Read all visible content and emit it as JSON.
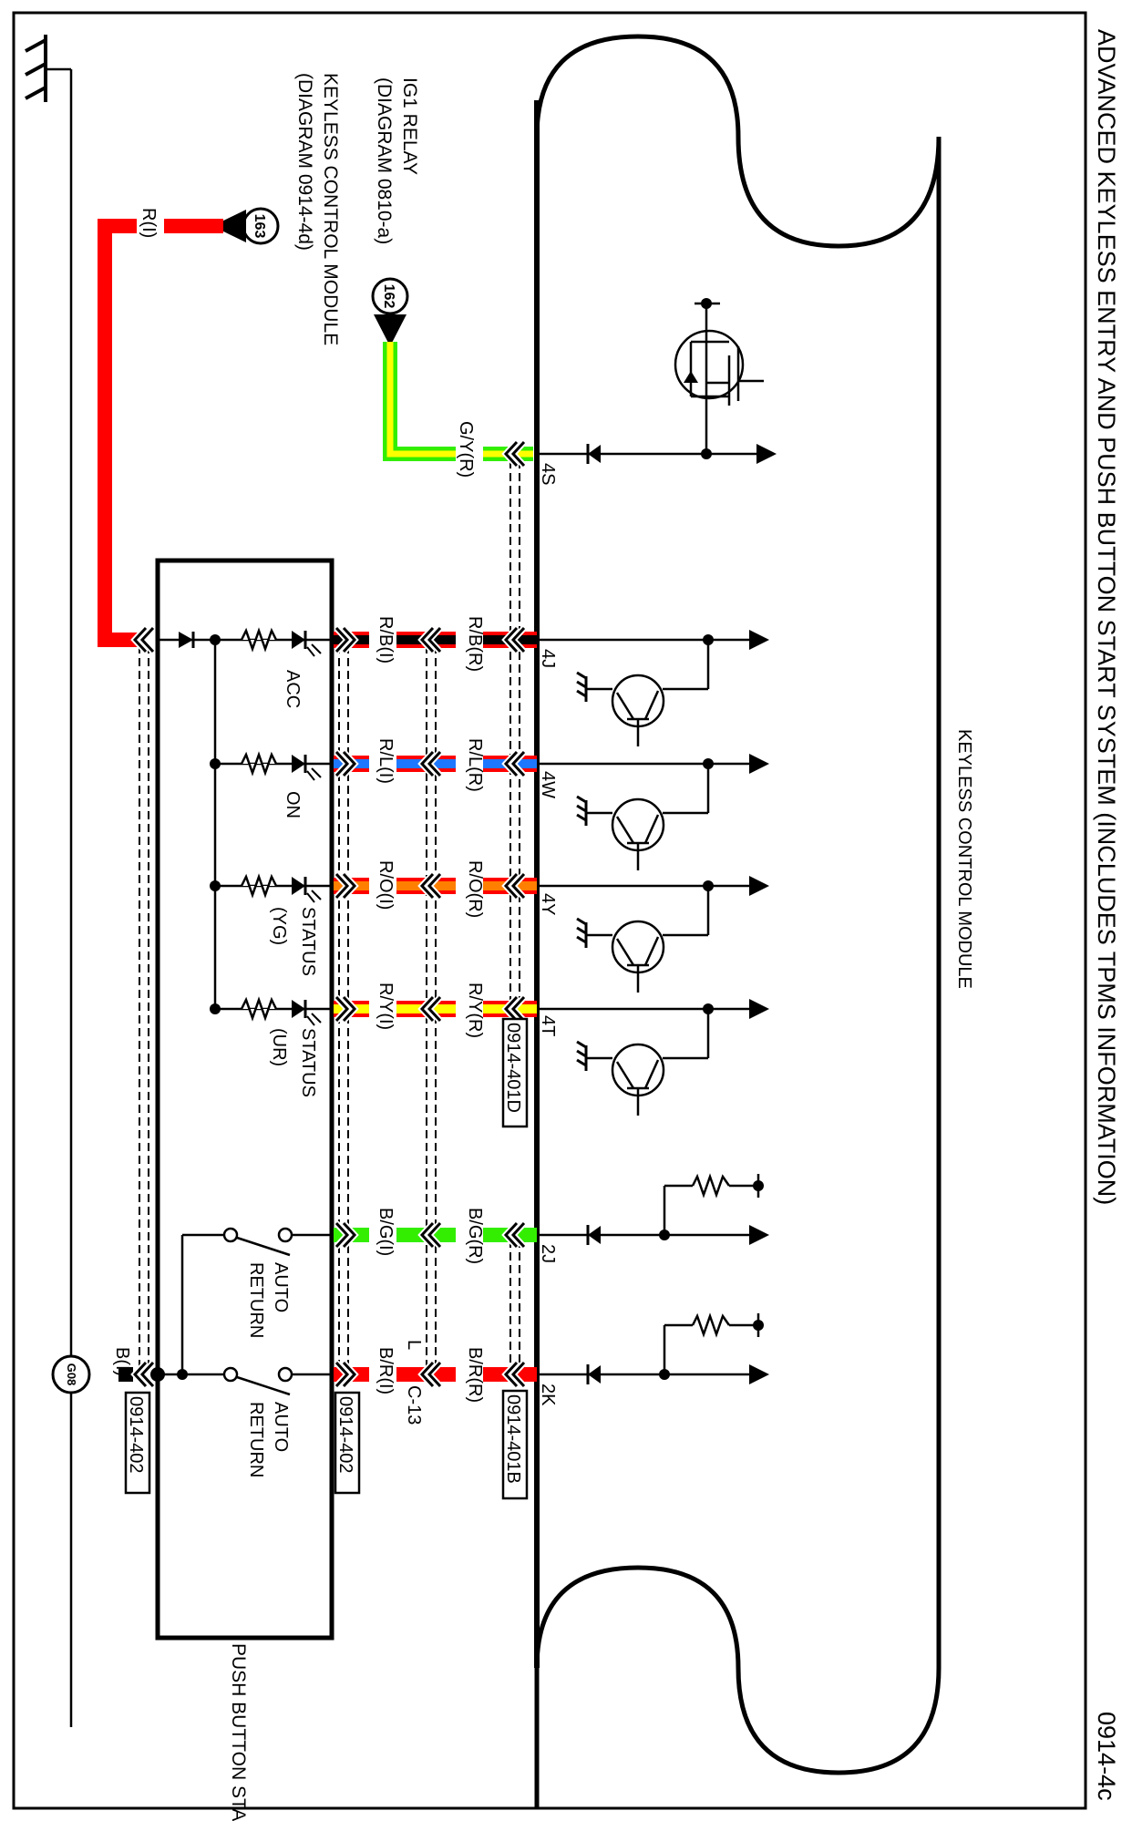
{
  "title": "ADVANCED KEYLESS ENTRY AND PUSH BUTTON START SYSTEM (INCLUDES TPMS INFORMATION)",
  "page_code": "0914-4c",
  "components": {
    "keyless_control_module": "KEYLESS CONTROL MODULE",
    "push_button_start": "PUSH BUTTON START"
  },
  "references": {
    "ig1_relay": {
      "name": "IG1 RELAY",
      "diagram": "(DIAGRAM 0810-a)",
      "circle": "162"
    },
    "kcm": {
      "name": "KEYLESS CONTROL MODULE",
      "diagram": "(DIAGRAM 0914-4d)",
      "circle": "163"
    }
  },
  "ground": {
    "label": "G08"
  },
  "wires": {
    "r_i": "R(I)",
    "gy_r": "G/Y(R)",
    "rb_r": "R/B(R)",
    "rb_i": "R/B(I)",
    "rl_r": "R/L(R)",
    "rl_i": "R/L(I)",
    "ro_r": "R/O(R)",
    "ro_i": "R/O(I)",
    "ry_r": "R/Y(R)",
    "ry_i": "R/Y(I)",
    "bg_r": "B/G(R)",
    "bg_i": "B/G(I)",
    "br_r": "B/R(R)",
    "br_i": "B/R(I)",
    "b_i": "B(I)",
    "l": "L"
  },
  "pins": {
    "s4": "4S",
    "j4": "4J",
    "w4": "4W",
    "y4": "4Y",
    "t4": "4T",
    "j2": "2J",
    "k2": "2K"
  },
  "connectors": {
    "c401d": "0914-401D",
    "c401b": "0914-401B",
    "c402_mid": "0914-402",
    "c402_left": "0914-402",
    "c13": "C-13"
  },
  "indicators": {
    "acc": "ACC",
    "on": "ON",
    "status_yg_1": "STATUS",
    "status_yg_2": "(YG)",
    "status_ur_1": "STATUS",
    "status_ur_2": "(UR)"
  },
  "switches": {
    "auto1": "AUTO",
    "ret1": "RETURN",
    "auto2": "AUTO",
    "ret2": "RETURN"
  },
  "colors": {
    "red": "#ff0000",
    "black": "#000000",
    "blue": "#1e78ff",
    "orange": "#ff7f00",
    "yellow": "#ffff00",
    "green": "#33ee00"
  }
}
